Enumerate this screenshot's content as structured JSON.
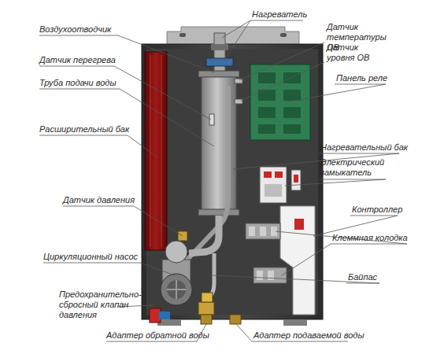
{
  "diagram": {
    "labels": [
      "Нагреватель",
      "Воздухоотводчик",
      "Датчик температуры ОВ",
      "Датчик уровня ОВ",
      "Датчик перегрева",
      "Панель реле",
      "Труба подачи воды",
      "Расширительный бак",
      "Нагревательный бак",
      "Электрический замыкатель",
      "Датчик давления",
      "Контроллер",
      "Клеммная колодка",
      "Циркуляционный насос",
      "Байпас",
      "Предохранительно-сбросный клапан давления",
      "Адаптер обратной воды",
      "Адаптер подаваемой воды"
    ]
  }
}
